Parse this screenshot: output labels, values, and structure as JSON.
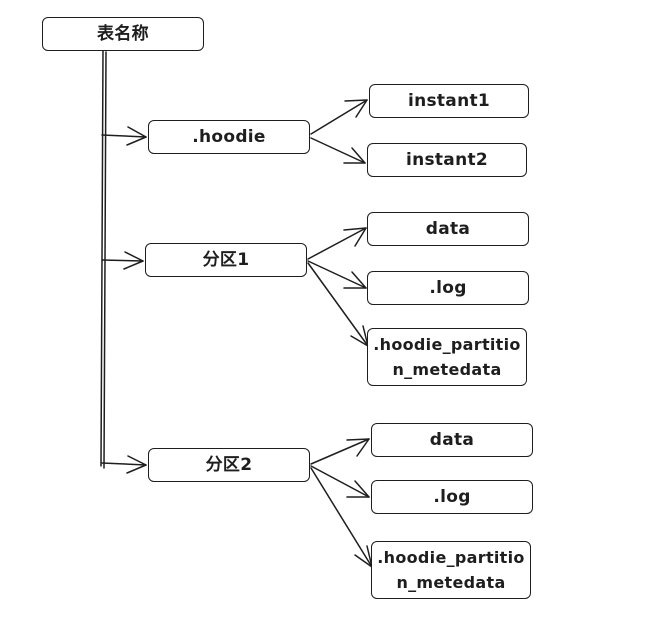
{
  "diagram": {
    "root": {
      "label": "表名称"
    },
    "children": [
      {
        "label": ".hoodie",
        "children": [
          {
            "label": "instant1"
          },
          {
            "label": "instant2"
          }
        ]
      },
      {
        "label": "分区1",
        "children": [
          {
            "label": "data"
          },
          {
            "label": ".log"
          },
          {
            "label": ".hoodie_partition_metedata"
          }
        ]
      },
      {
        "label": "分区2",
        "children": [
          {
            "label": "data"
          },
          {
            "label": ".log"
          },
          {
            "label": ".hoodie_partition_metedata"
          }
        ]
      }
    ],
    "colors": {
      "stroke": "#1e1e1e",
      "background": "#ffffff"
    }
  }
}
